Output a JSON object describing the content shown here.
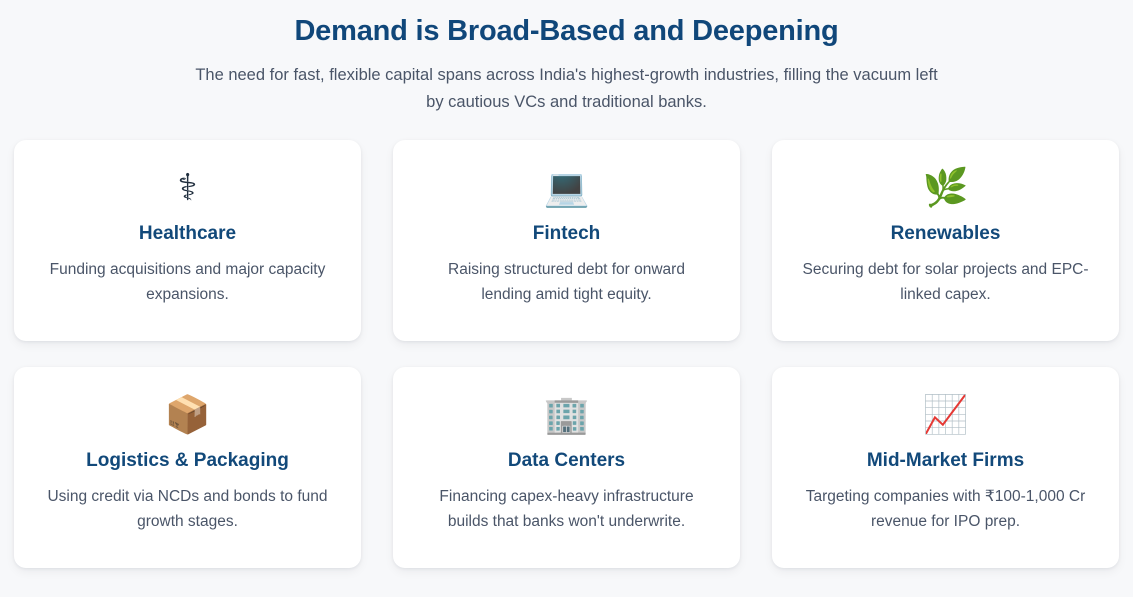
{
  "header": {
    "title": "Demand is Broad-Based and Deepening",
    "subtitle": "The need for fast, flexible capital spans across India's highest-growth industries, filling the vacuum left by cautious VCs and traditional banks."
  },
  "theme": {
    "page_background": "#f7f8fa",
    "card_background": "#ffffff",
    "title_color": "#10477a",
    "card_title_color": "#12497a",
    "body_text_color": "#4a5568"
  },
  "cards": [
    {
      "icon": "⚕",
      "icon_name": "medical-staff-icon",
      "title": "Healthcare",
      "description": "Funding acquisitions and major capacity expansions."
    },
    {
      "icon": "💻",
      "icon_name": "laptop-icon",
      "title": "Fintech",
      "description": "Raising structured debt for onward lending amid tight equity."
    },
    {
      "icon": "🌿",
      "icon_name": "herb-leaf-icon",
      "title": "Renewables",
      "description": "Securing debt for solar projects and EPC-linked capex."
    },
    {
      "icon": "📦",
      "icon_name": "package-box-icon",
      "title": "Logistics & Packaging",
      "description": "Using credit via NCDs and bonds to fund growth stages."
    },
    {
      "icon": "🏢",
      "icon_name": "office-building-icon",
      "title": "Data Centers",
      "description": "Financing capex-heavy infrastructure builds that banks won't underwrite."
    },
    {
      "icon": "📈",
      "icon_name": "chart-increasing-icon",
      "title": "Mid-Market Firms",
      "description": "Targeting companies with ₹100-1,000 Cr revenue for IPO prep."
    }
  ]
}
